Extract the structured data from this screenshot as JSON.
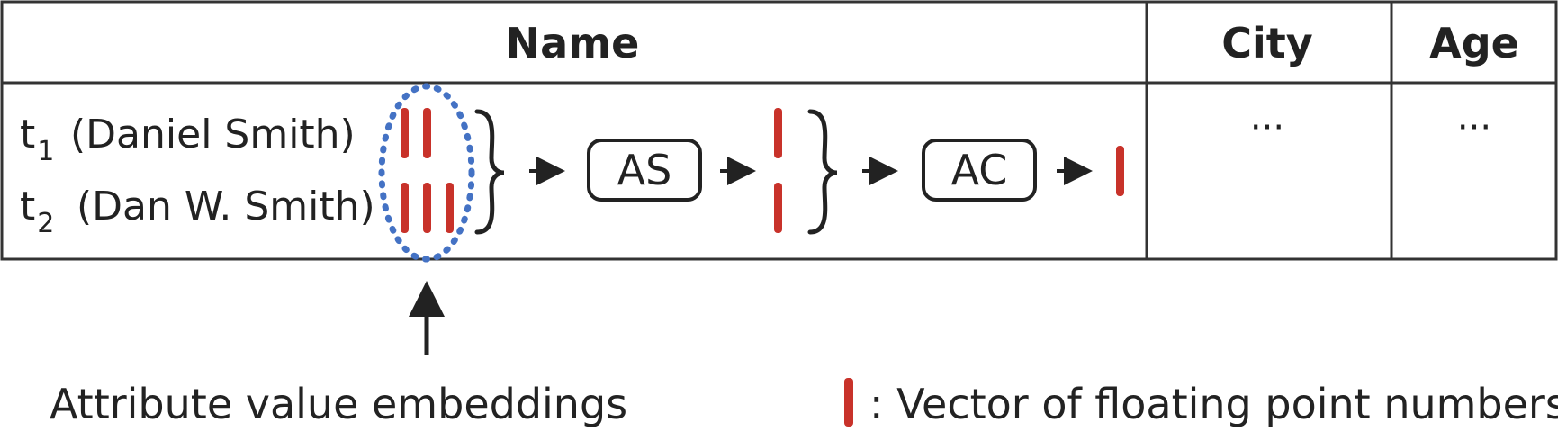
{
  "table": {
    "headers": {
      "name": "Name",
      "city": "City",
      "age": "Age"
    },
    "rows": [
      {
        "tuple": "t",
        "subscript": "1",
        "value": "(Daniel Smith)",
        "vectors": 2
      },
      {
        "tuple": "t",
        "subscript": "2",
        "value": "(Dan W. Smith)",
        "vectors": 3
      }
    ],
    "city_cell": "···",
    "age_cell": "···"
  },
  "pipeline": {
    "step1_label": "AS",
    "step2_label": "AC"
  },
  "annotation": {
    "embeddings_label": "Attribute value embeddings"
  },
  "legend": {
    "text": ": Vector of floating point numbers"
  },
  "colors": {
    "vector": "#c8322a",
    "ellipse": "#4472c4",
    "lines": "#333333"
  }
}
